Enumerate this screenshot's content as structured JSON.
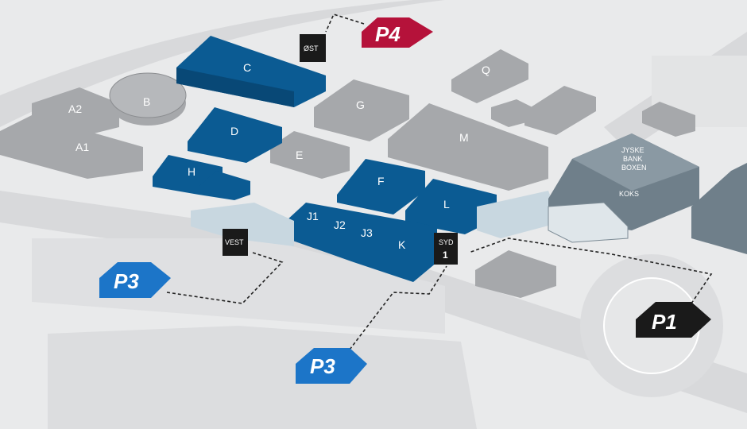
{
  "map": {
    "halls_blue": [
      "C",
      "D",
      "H",
      "F",
      "L",
      "J1",
      "J2",
      "J3",
      "K"
    ],
    "halls_grey": [
      "A2",
      "A1",
      "B",
      "E",
      "G",
      "M",
      "Q"
    ],
    "arena": [
      "JYSKE",
      "BANK",
      "BOXEN"
    ],
    "arena_sign": "KOKS",
    "entrances": {
      "east": "ØST",
      "west": "VEST",
      "south_line1": "SYD",
      "south_line2": "1"
    },
    "parking": {
      "p4": "P4",
      "p3_west": "P3",
      "p3_south": "P3",
      "p1": "P1"
    },
    "colors": {
      "hall_blue": "#0b5b93",
      "parking_blue": "#1c75c8",
      "p4_red": "#b5123a",
      "p1_black": "#1a1a1a",
      "building_grey": "#a6a8ab",
      "road": "#d9dadc",
      "ground": "#e9eaeb"
    }
  }
}
